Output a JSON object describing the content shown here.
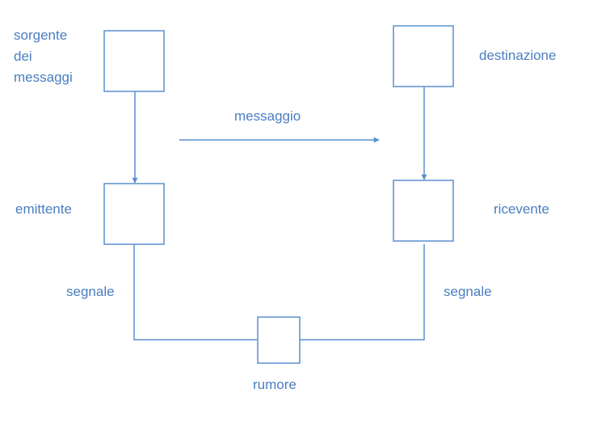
{
  "diagram": {
    "colors": {
      "stroke": "#5b8fcf",
      "text": "#4a7ec0",
      "background": "#ffffff"
    },
    "nodes": {
      "source": {
        "label_lines": [
          "sorgente",
          "dei",
          "messaggi"
        ]
      },
      "destination": {
        "label": "destinazione"
      },
      "transmitter": {
        "label": "emittente"
      },
      "receiver": {
        "label": "ricevente"
      },
      "noise": {
        "label": "rumore"
      }
    },
    "edges": {
      "message": {
        "label": "messaggio"
      },
      "signal_left": {
        "label": "segnale"
      },
      "signal_right": {
        "label": "segnale"
      }
    }
  }
}
